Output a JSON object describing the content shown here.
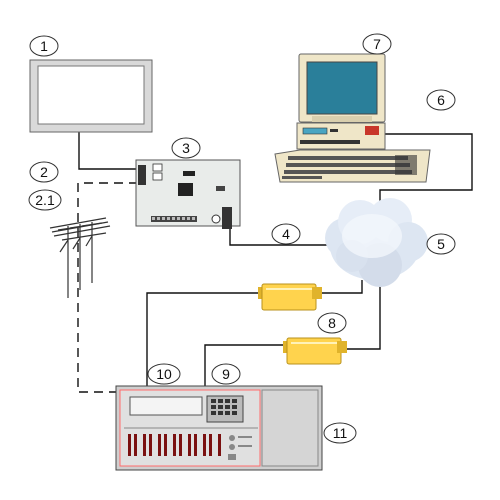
{
  "callouts": {
    "c1": "1",
    "c2": "2",
    "c2_1": "2.1",
    "c3": "3",
    "c4": "4",
    "c5": "5",
    "c6": "6",
    "c7": "7",
    "c8": "8",
    "c9": "9",
    "c10": "10",
    "c11": "11"
  },
  "colors": {
    "line": "#111111",
    "monitor_frame": "#d9d9d9",
    "screen": "#2a7f9a",
    "board": "#e9ecea",
    "modem": "#ffd34d",
    "cloud": "#dde6f2",
    "rack_panel": "#d5d5d5",
    "rack_accent": "#ff6b6b",
    "computer_body": "#efe6c8"
  },
  "icons": {
    "monitor": "display-monitor-icon",
    "computer": "desktop-computer-icon",
    "board": "controller-board-icon",
    "poles": "power-line-icon",
    "cloud": "network-cloud-icon",
    "modem": "modem-icon",
    "rack": "measurement-rack-icon"
  }
}
